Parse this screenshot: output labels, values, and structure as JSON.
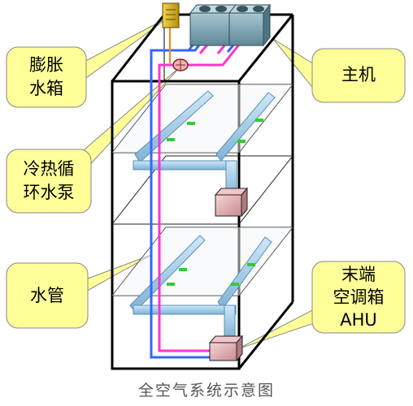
{
  "callouts": {
    "expansion_tank": [
      "膨胀",
      "水箱"
    ],
    "main_unit": [
      "主机"
    ],
    "pump": [
      "冷热循",
      "环水泵"
    ],
    "water_pipe": [
      "水管"
    ],
    "ahu": [
      "末端",
      "空调箱",
      "AHU"
    ]
  },
  "caption": "全空气系统示意图",
  "colors": {
    "callout_fill": "#ffff99",
    "supply_pipe": "#ff33cc",
    "return_pipe": "#3366ff",
    "duct": "#99ccee",
    "ahu_box": "#e8b4b8",
    "chiller": "#7fa7b5",
    "tank": "#d9b21a",
    "diffuser": "#33cc33"
  }
}
